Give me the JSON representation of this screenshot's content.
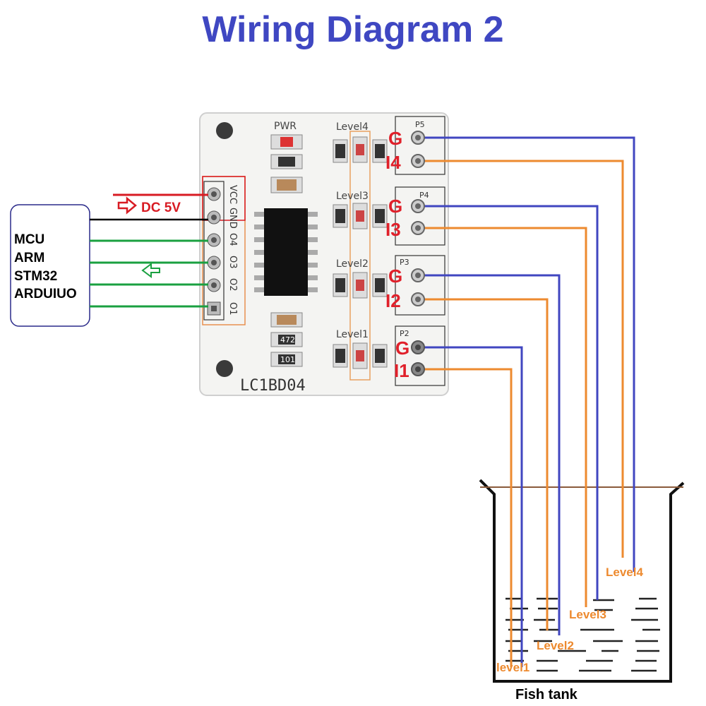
{
  "title": "Wiring Diagram 2",
  "colors": {
    "title": "#3f47c2",
    "ground_wire": "#4046c0",
    "probe_wire": "#ed8a2f",
    "power_wire": "#d81b23",
    "signal_wire": "#1aa040",
    "gnd_black": "#000000"
  },
  "mcu": {
    "lines": [
      "MCU",
      "ARM",
      "STM32",
      "ARDUIUO"
    ]
  },
  "power_label": "DC 5V",
  "board": {
    "name": "LC1BD04",
    "pwr_label": "PWR",
    "header_pins": [
      "VCC",
      "GND",
      "O4",
      "O3",
      "O2",
      "O1"
    ],
    "levels": [
      "Level4",
      "Level3",
      "Level2",
      "Level1"
    ],
    "ports": [
      "P5",
      "P4",
      "P3",
      "P2"
    ],
    "terminal_labels": {
      "g": "G",
      "i4": "I4",
      "i3": "I3",
      "i2": "I2",
      "i1": "I1"
    },
    "resistor_marks": [
      "472",
      "101"
    ]
  },
  "tank": {
    "label": "Fish tank",
    "levels": [
      "Level4",
      "Level3",
      "Level2",
      "level1"
    ]
  }
}
